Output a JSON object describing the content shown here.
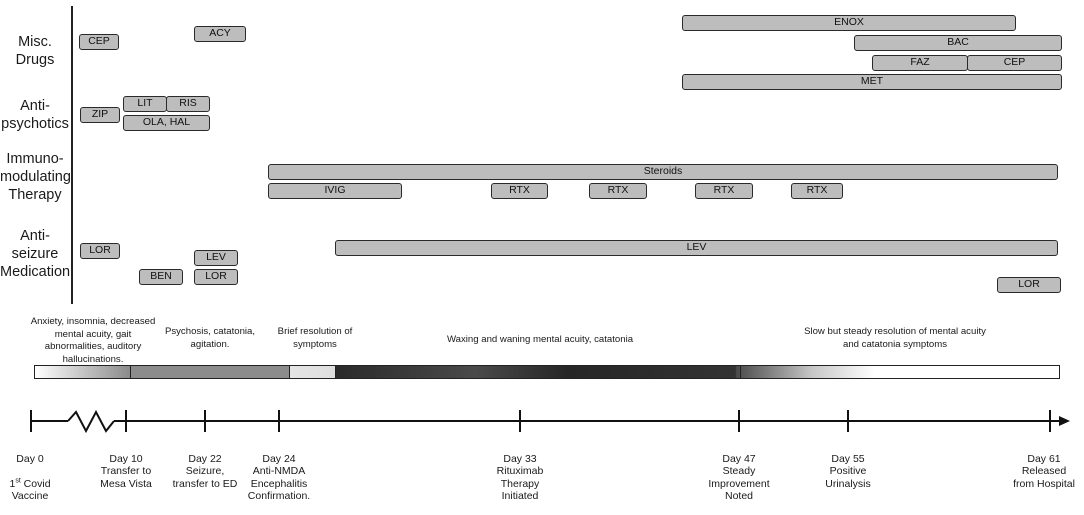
{
  "categories": [
    {
      "id": "misc",
      "label": "Misc. Drugs"
    },
    {
      "id": "antipsych",
      "label": "Anti-\npsychotics"
    },
    {
      "id": "immuno",
      "label": "Immuno-\nmodulating\nTherapy"
    },
    {
      "id": "antiseizure",
      "label": "Anti-\nseizure\nMedication"
    }
  ],
  "bars": [
    {
      "id": "cep-1",
      "label": "CEP"
    },
    {
      "id": "acy",
      "label": "ACY"
    },
    {
      "id": "enox",
      "label": "ENOX"
    },
    {
      "id": "bac",
      "label": "BAC"
    },
    {
      "id": "faz",
      "label": "FAZ"
    },
    {
      "id": "cep-2",
      "label": "CEP"
    },
    {
      "id": "met",
      "label": "MET"
    },
    {
      "id": "zip",
      "label": "ZIP"
    },
    {
      "id": "lit",
      "label": "LIT"
    },
    {
      "id": "ris",
      "label": "RIS"
    },
    {
      "id": "ola-hal",
      "label": "OLA, HAL"
    },
    {
      "id": "steroids",
      "label": "Steroids"
    },
    {
      "id": "ivig",
      "label": "IVIG"
    },
    {
      "id": "rtx-1",
      "label": "RTX"
    },
    {
      "id": "rtx-2",
      "label": "RTX"
    },
    {
      "id": "rtx-3",
      "label": "RTX"
    },
    {
      "id": "rtx-4",
      "label": "RTX"
    },
    {
      "id": "lor-1",
      "label": "LOR"
    },
    {
      "id": "lev-1",
      "label": "LEV"
    },
    {
      "id": "ben",
      "label": "BEN"
    },
    {
      "id": "lor-2",
      "label": "LOR"
    },
    {
      "id": "lev-2",
      "label": "LEV"
    },
    {
      "id": "lor-3",
      "label": "LOR"
    }
  ],
  "phases": [
    {
      "id": "phase-1",
      "text": "Anxiety, insomnia, decreased\nmental acuity, gait\nabnormalities, auditory\nhallucinations."
    },
    {
      "id": "phase-2",
      "text": "Psychosis, catatonia,\nagitation."
    },
    {
      "id": "phase-3",
      "text": "Brief resolution of\nsymptoms"
    },
    {
      "id": "phase-4",
      "text": "Waxing and waning mental acuity, catatonia"
    },
    {
      "id": "phase-5",
      "text": "Slow but steady resolution of mental acuity\nand catatonia symptoms"
    }
  ],
  "timeline": [
    {
      "id": "day-0",
      "day": "Day 0",
      "pre": "1",
      "sup": "st",
      "post": " Covid\nVaccine"
    },
    {
      "id": "day-10",
      "day": "Day 10",
      "text": "Transfer to\nMesa Vista"
    },
    {
      "id": "day-22",
      "day": "Day 22",
      "text": "Seizure,\ntransfer to ED"
    },
    {
      "id": "day-24",
      "day": "Day 24",
      "text": "Anti-NMDA\nEncephalitis\nConfirmation."
    },
    {
      "id": "day-33",
      "day": "Day 33",
      "text": "Rituximab\nTherapy\nInitiated"
    },
    {
      "id": "day-47",
      "day": "Day 47",
      "text": "Steady\nImprovement\nNoted"
    },
    {
      "id": "day-55",
      "day": "Day 55",
      "text": "Positive\nUrinalysis"
    },
    {
      "id": "day-61",
      "day": "Day 61",
      "text": "Released\nfrom Hospital"
    }
  ]
}
